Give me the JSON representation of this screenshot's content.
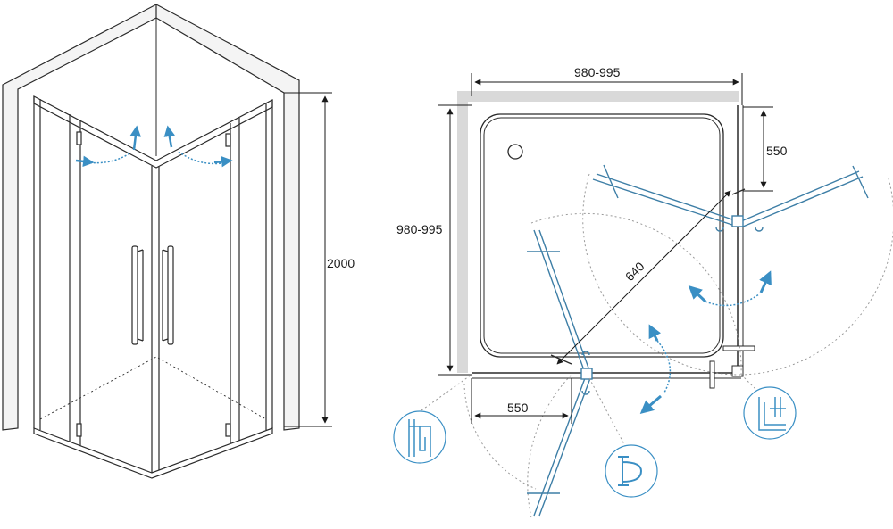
{
  "dimensions": {
    "height": "2000",
    "width_top": "980-995",
    "width_left": "980-995",
    "door_offset_right": "550",
    "door_offset_bottom": "550",
    "door_swing_diagonal": "640"
  },
  "colors": {
    "line": "#2a2a2a",
    "glass_door": "#3d7ea6",
    "swing_arrow": "#3a8fc4",
    "arc_dotted": "#9a9a9a",
    "wall_shadow": "#d9d9d9"
  },
  "icons": {
    "detail_magnetic_seal": "magnetic-seal-profile-icon",
    "detail_handle_clip": "handle-clip-profile-icon",
    "detail_corner_profile": "corner-profile-icon"
  }
}
